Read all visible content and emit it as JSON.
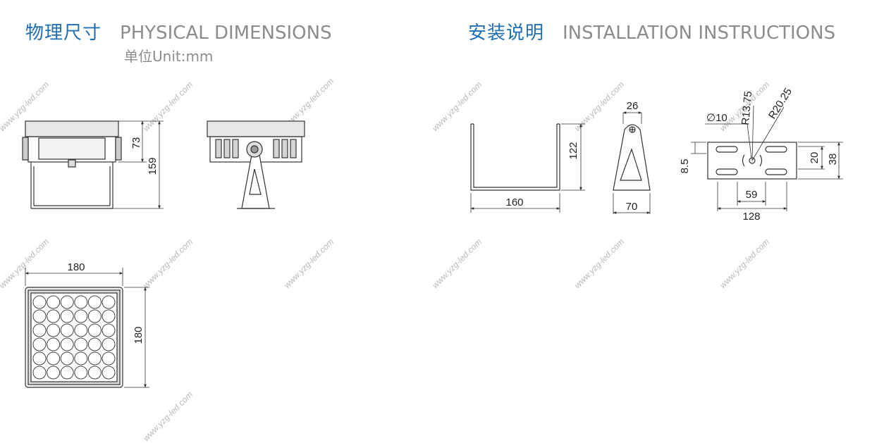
{
  "left_section": {
    "title_cn": "物理尺寸",
    "title_en": "PHYSICAL DIMENSIONS",
    "unit": "单位Unit:mm"
  },
  "right_section": {
    "title_cn": "安装说明",
    "title_en": "INSTALLATION INSTRUCTIONS"
  },
  "dimensions": {
    "side_upper_height": "73",
    "side_total_height": "159",
    "front_width": "180",
    "front_height": "180",
    "bracket_width": "160",
    "bracket_height": "122",
    "plate_top_width": "26",
    "plate_base_width": "70",
    "hole_diameter": "∅10",
    "radius_inner": "R13.75",
    "radius_outer": "R20.25",
    "plate_offset": "8.5",
    "slot_height": "20",
    "plate_height": "38",
    "slot_spacing": "59",
    "plate_length": "128"
  },
  "watermark": "www.yzg-led.com",
  "colors": {
    "title_blue": "#1f6fb3",
    "title_gray": "#8c8c8c",
    "line": "#333333"
  }
}
